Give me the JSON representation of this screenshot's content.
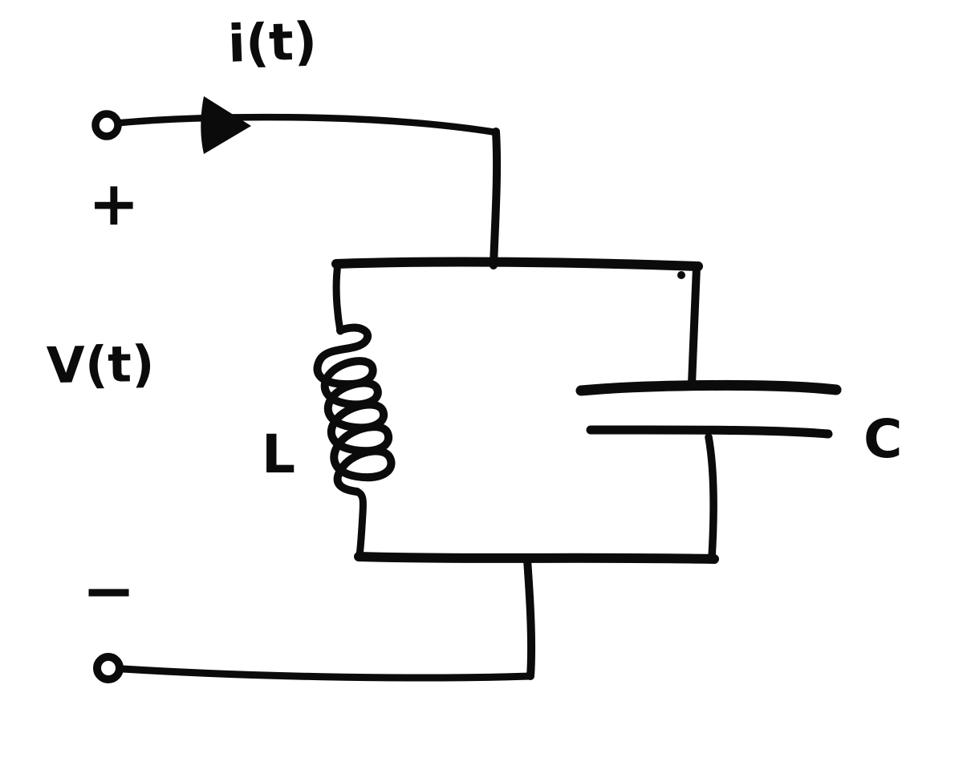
{
  "diagram": {
    "kind": "hand-drawn parallel LC circuit schematic",
    "labels": {
      "current": "i(t)",
      "plus": "+",
      "voltage": "V(t)",
      "minus": "−",
      "inductor": "L",
      "capacitor": "C"
    },
    "colors": {
      "ink": "#0b0b0b",
      "background": "#ffffff"
    }
  }
}
